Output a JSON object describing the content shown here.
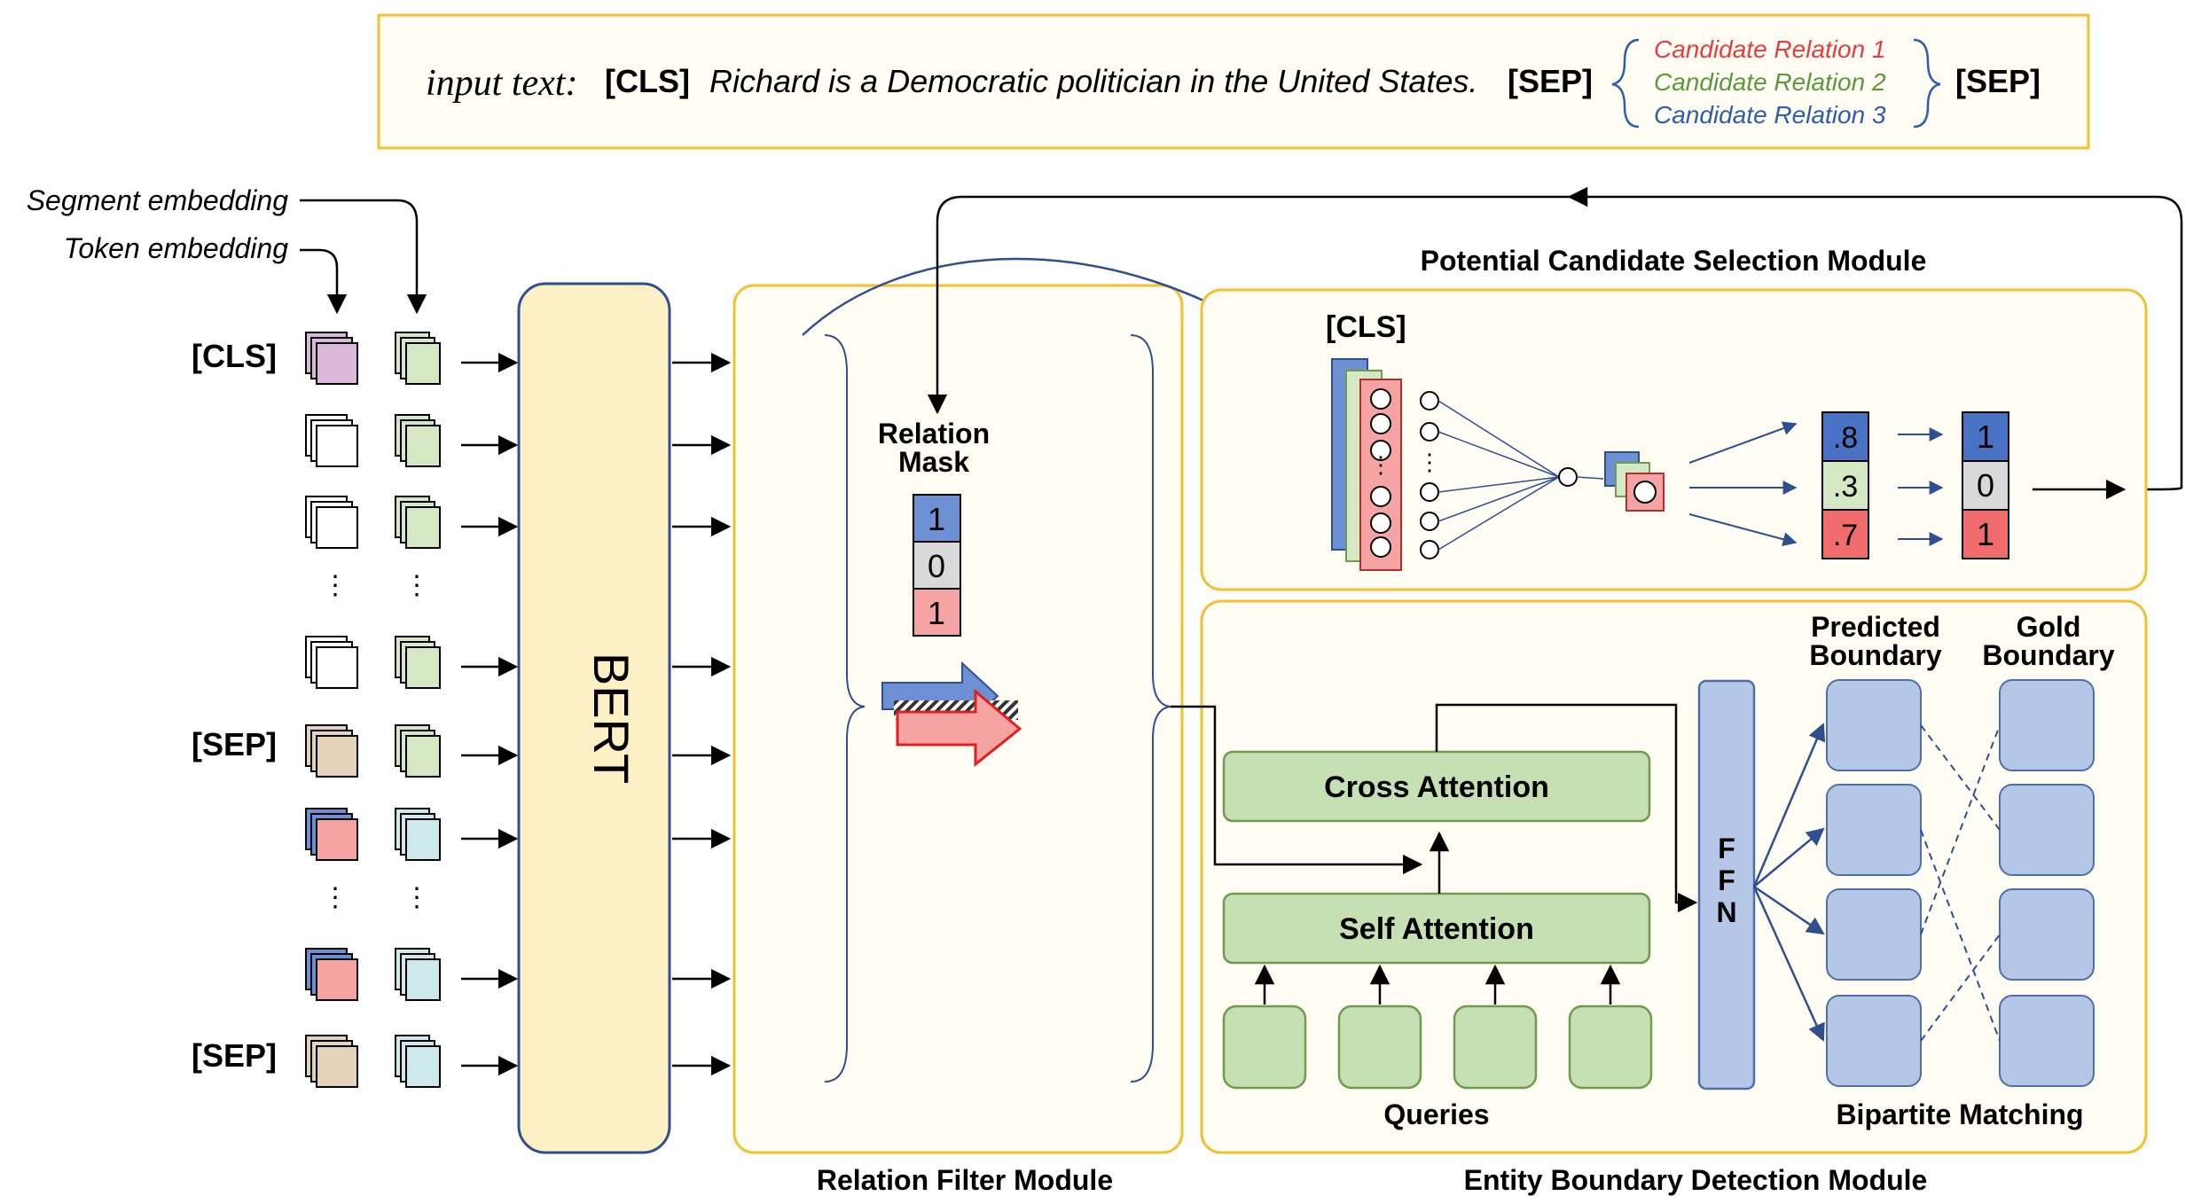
{
  "input": {
    "label": "input text:",
    "cls": "[CLS]",
    "sentence": "Richard is a Democratic politician in the United States.",
    "sep": "[SEP]",
    "candidates": [
      "Candidate Relation 1",
      "Candidate Relation 2",
      "Candidate Relation 3"
    ],
    "sep2": "[SEP]"
  },
  "embeddings": {
    "segment": "Segment embedding",
    "token": "Token embedding"
  },
  "tokens": {
    "cls": "[CLS]",
    "sep1": "[SEP]",
    "sep2": "[SEP]",
    "ellipsis": "⋮"
  },
  "bert": {
    "label": "BERT"
  },
  "relation_filter": {
    "title": "Relation Filter Module",
    "mask_title_line1": "Relation",
    "mask_title_line2": "Mask",
    "mask_values": [
      "1",
      "0",
      "1"
    ]
  },
  "candidate_selection": {
    "title": "Potential Candidate Selection Module",
    "cls": "[CLS]",
    "scores": [
      ".8",
      ".3",
      ".7"
    ],
    "outputs": [
      "1",
      "0",
      "1"
    ]
  },
  "boundary_detection": {
    "title": "Entity Boundary Detection Module",
    "cross_attention": "Cross Attention",
    "self_attention": "Self Attention",
    "queries": "Queries",
    "ffn": [
      "F",
      "F",
      "N"
    ],
    "predicted_line1": "Predicted",
    "predicted_line2": "Boundary",
    "gold_line1": "Gold",
    "gold_line2": "Boundary",
    "matching": "Bipartite Matching"
  },
  "colors": {
    "module_border": "#f2c12e",
    "module_fill": "#fffcf3",
    "bert_fill": "#fdf0c4",
    "bert_border": "#2f4f8f",
    "purple": "#d9b8dc",
    "green": "#d5e8c4",
    "tan": "#e5d2bb",
    "pink": "#f6a3a3",
    "blue": "#6d8fd4",
    "cyan": "#cde9ec",
    "attn_fill": "#c6e0b4",
    "attn_border": "#6e9b4e",
    "ffn_fill": "#b4c7e7",
    "ffn_border": "#4f6fa6",
    "red_text": "#e04040",
    "green_text": "#5a9a3a",
    "blue_text": "#2f5ea8",
    "gray": "#d9d9d9"
  }
}
